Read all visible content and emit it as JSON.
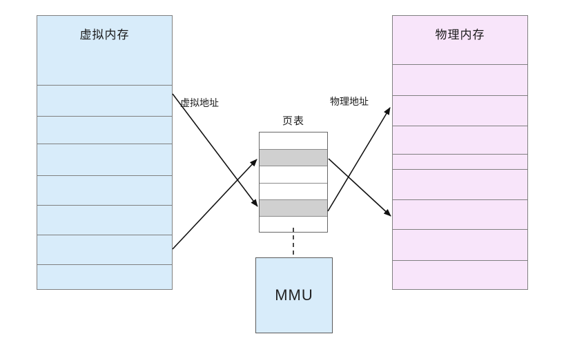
{
  "diagram": {
    "virtual_memory": {
      "title": "虚拟内存",
      "fill": "#d8ecfa",
      "row_count": 7
    },
    "physical_memory": {
      "title": "物理内存",
      "fill": "#f8e5fa",
      "row_count": 8
    },
    "page_table": {
      "title": "页表",
      "fill": "#ffffff",
      "highlight_fill": "#d0d0d0",
      "rows": [
        "plain",
        "highlight",
        "plain",
        "plain",
        "highlight",
        "plain"
      ]
    },
    "mmu": {
      "label": "MMU",
      "fill": "#d8ecfa"
    },
    "flow_labels": {
      "virtual_address": "虚拟地址",
      "physical_address": "物理地址"
    },
    "colors": {
      "box_border": "#7f7f7f",
      "arrow": "#111111",
      "text": "#1a1a1a"
    }
  }
}
